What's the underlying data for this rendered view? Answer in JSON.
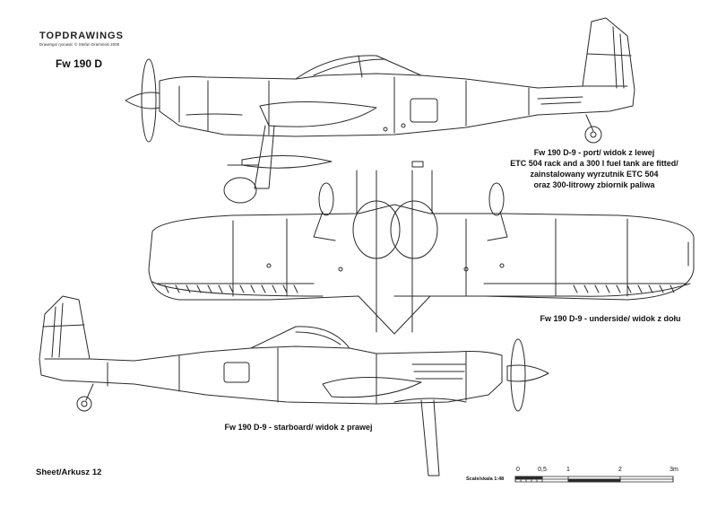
{
  "logo": {
    "wordmark": "TOPDRAWINGS",
    "credit": "Drawings/ rysowal: © Stefan Draminski 2008"
  },
  "title": "Fw 190 D",
  "captions": {
    "port": [
      "Fw 190 D-9 - port/ widok z lewej",
      "ETC 504 rack and a 300 l fuel tank are fitted/",
      "zainstalowany wyrzutnik ETC 504",
      "oraz 300-litrowy zbiornik paliwa"
    ],
    "underside": "Fw 190 D-9 - underside/ widok z dołu",
    "starboard": "Fw 190 D-9 - starboard/ widok z prawej"
  },
  "sheet": "Sheet/Arkusz 12",
  "scale": {
    "label": "Scale/skala 1:48",
    "ticks": [
      "0",
      "0,5",
      "1",
      "2",
      "3m"
    ]
  }
}
